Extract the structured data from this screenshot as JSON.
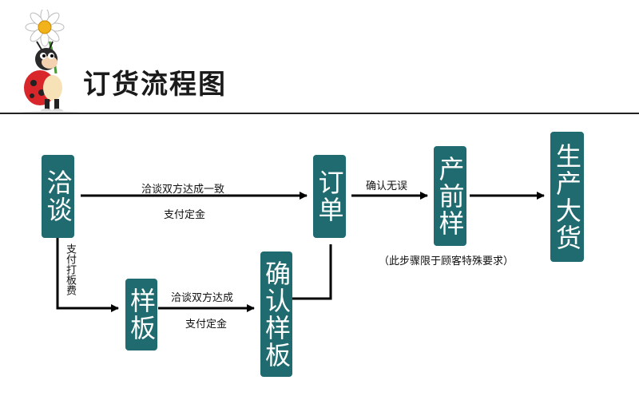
{
  "header": {
    "title": "订货流程图"
  },
  "boxes": {
    "negotiate": "洽谈",
    "order": "订单",
    "pre_production_sample": "产前样",
    "mass_production": "生产大货",
    "sample": "样板",
    "confirm_sample": "确认样板"
  },
  "edges": {
    "negotiate_to_order_top": "洽谈双方达成一致",
    "negotiate_to_order_bottom": "支付定金",
    "negotiate_to_sample": "支付打板费",
    "sample_to_confirm_top": "洽谈双方达成",
    "sample_to_confirm_bottom": "支付定金",
    "order_to_preprod": "确认无误",
    "preprod_note": "（此步骤限于顾客特殊要求）"
  }
}
